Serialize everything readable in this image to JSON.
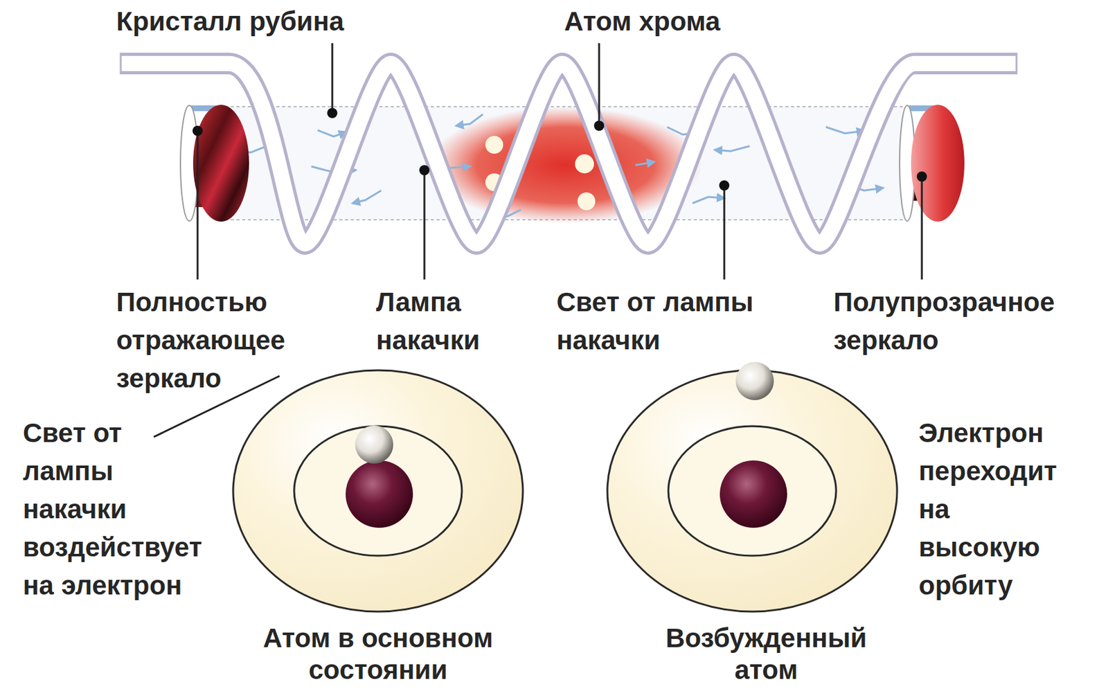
{
  "diagram": {
    "labels": [
      "Кристалл рубина",
      "Атом хрома",
      "Полностью отражающее зеркало",
      "Лампа накачки",
      "Свет от лампы накачки",
      "Полупрозрачное зеркало",
      "Свет от лампы накачки воздействует на электрон",
      "Электрон переходит на высокую орбиту",
      "Атом в основном состоянии",
      "Возбужденный атом"
    ]
  }
}
